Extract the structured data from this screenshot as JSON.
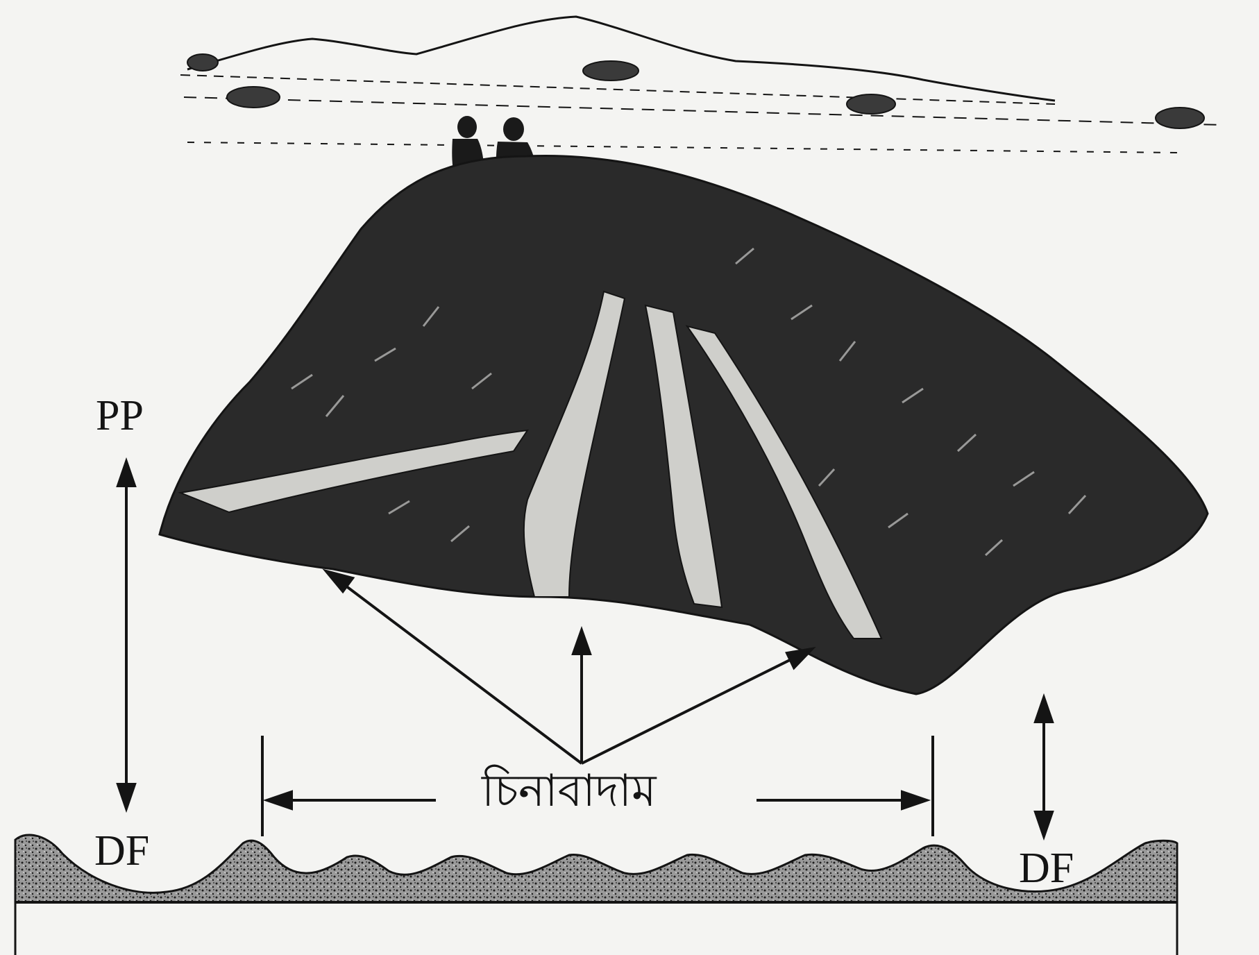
{
  "labels": {
    "pp": "PP",
    "df_left": "DF",
    "df_right": "DF",
    "crop": "চিনাবাদাম"
  },
  "colors": {
    "ink": "#141414",
    "paper": "#f4f4f2",
    "soil_fill": "#6a6a6a",
    "foliage_fill": "#2a2a2a"
  }
}
